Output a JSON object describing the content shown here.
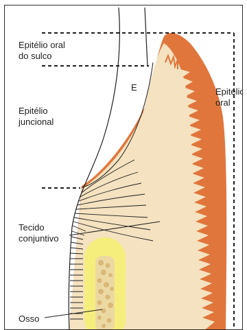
{
  "labels": {
    "epitelio_oral_sulco": "Epitélio oral\ndo sulco",
    "epitelio_juncional": "Epitélio\njuncional",
    "tecido_conjuntivo": "Tecido\nconjuntivo",
    "osso": "Osso",
    "epitelio_oral": "Epitélio\noral",
    "enamel_marker": "E"
  },
  "colors": {
    "epithelium": "#e0763c",
    "connective_tissue": "#f4e2c0",
    "bone_outer": "#f6ee7c",
    "bone_trabeculae": "#d9b879",
    "lines": "#1e1e1e"
  }
}
